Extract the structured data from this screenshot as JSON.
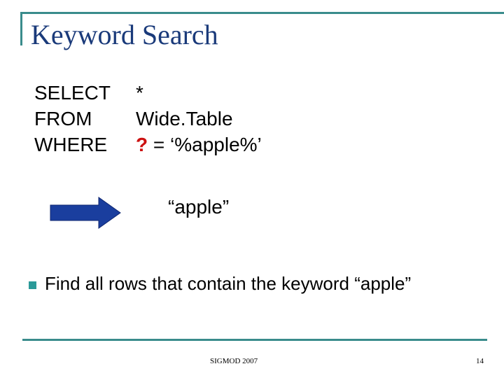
{
  "slide": {
    "title": "Keyword Search",
    "sql": [
      {
        "keyword": "SELECT",
        "value": "*"
      },
      {
        "keyword": "FROM",
        "value": "Wide.Table"
      },
      {
        "keyword": "WHERE",
        "value_highlight": "?",
        "value_rest": " = ‘%apple%’"
      }
    ],
    "arrow_icon": "right-arrow-icon",
    "result_text": "“apple”",
    "bullets": [
      {
        "icon": "square-bullet-icon",
        "text": "Find all rows that contain the keyword “apple”"
      }
    ],
    "footer": {
      "center_text": "SIGMOD 2007",
      "page_number": "14"
    },
    "colors": {
      "title": "#1a3a7a",
      "accent_line": "#3a8c8c",
      "bullet": "#2b9a99",
      "highlight": "#cc1111",
      "arrow": "#1a3e9e"
    }
  }
}
